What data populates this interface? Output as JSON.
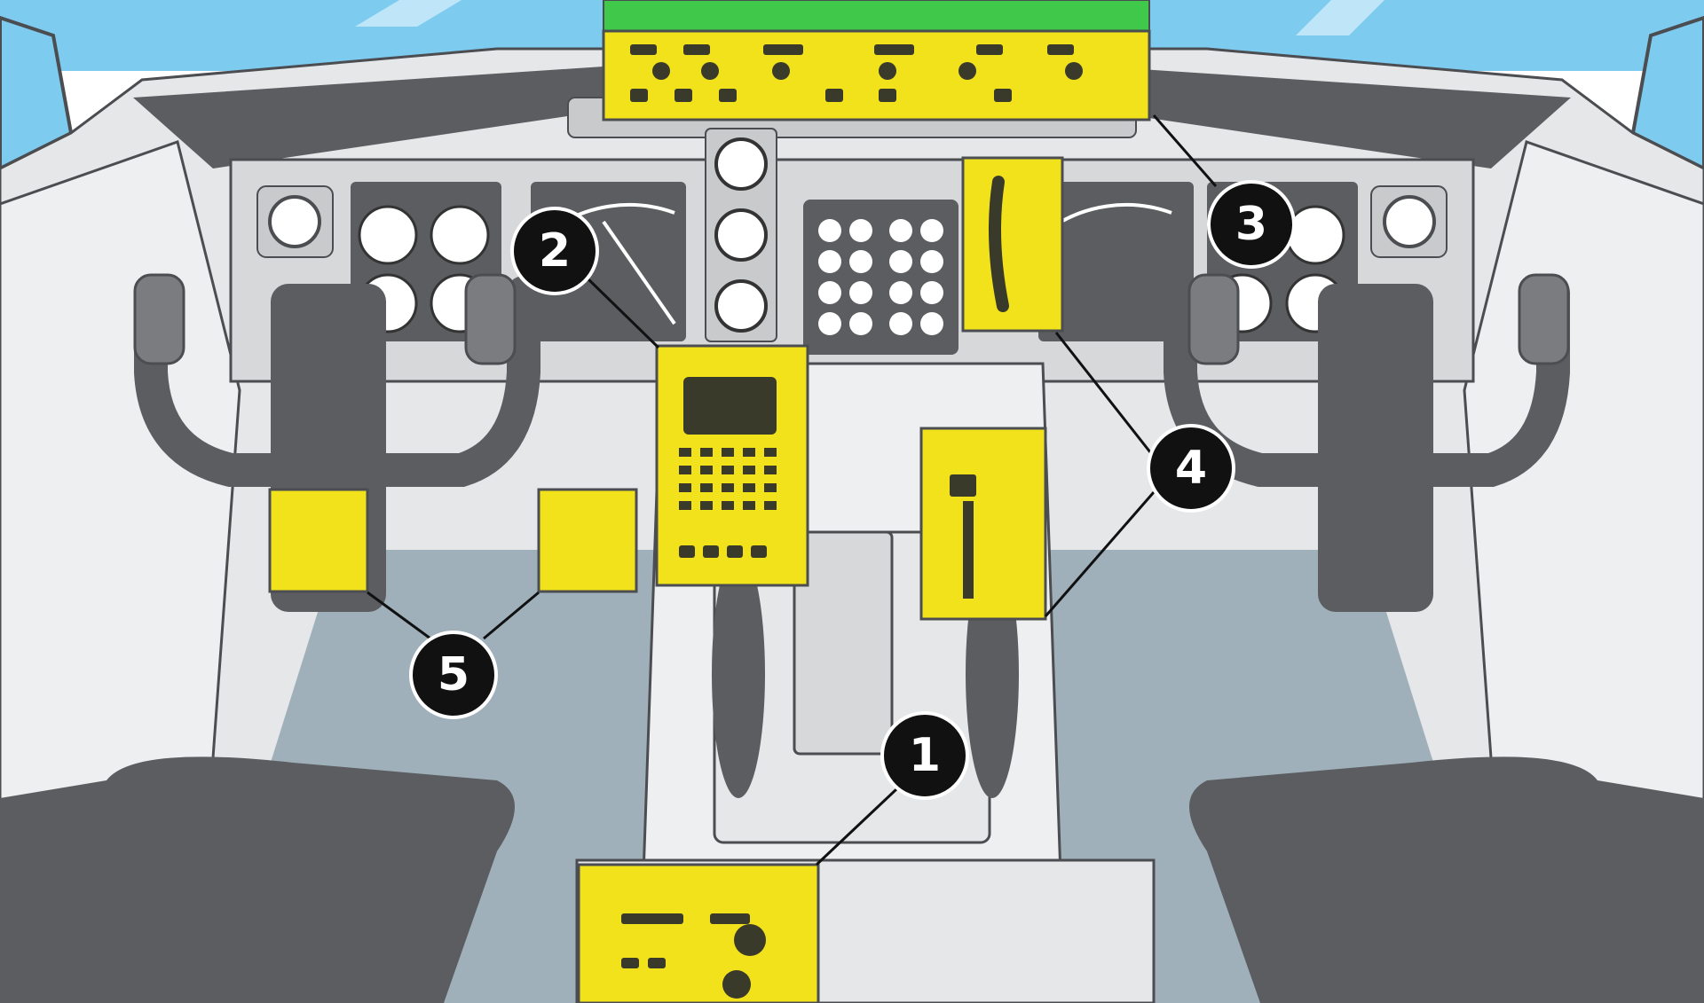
{
  "callouts": [
    {
      "id": "1",
      "label": "1"
    },
    {
      "id": "2",
      "label": "2"
    },
    {
      "id": "3",
      "label": "3"
    },
    {
      "id": "4",
      "label": "4"
    },
    {
      "id": "5",
      "label": "5"
    }
  ],
  "colors": {
    "sky": "#7ecbf0",
    "sky_light": "#bfe6f8",
    "cockpit_light": "#e6e7e9",
    "cockpit_mid": "#c9cacc",
    "cockpit_dark": "#5b5d60",
    "outline": "#4b4d50",
    "floor": "#9fb0bb",
    "highlight_yellow": "#f2e21c",
    "highlight_green": "#3fc84a",
    "callout_fill": "#111111",
    "callout_text": "#ffffff"
  }
}
